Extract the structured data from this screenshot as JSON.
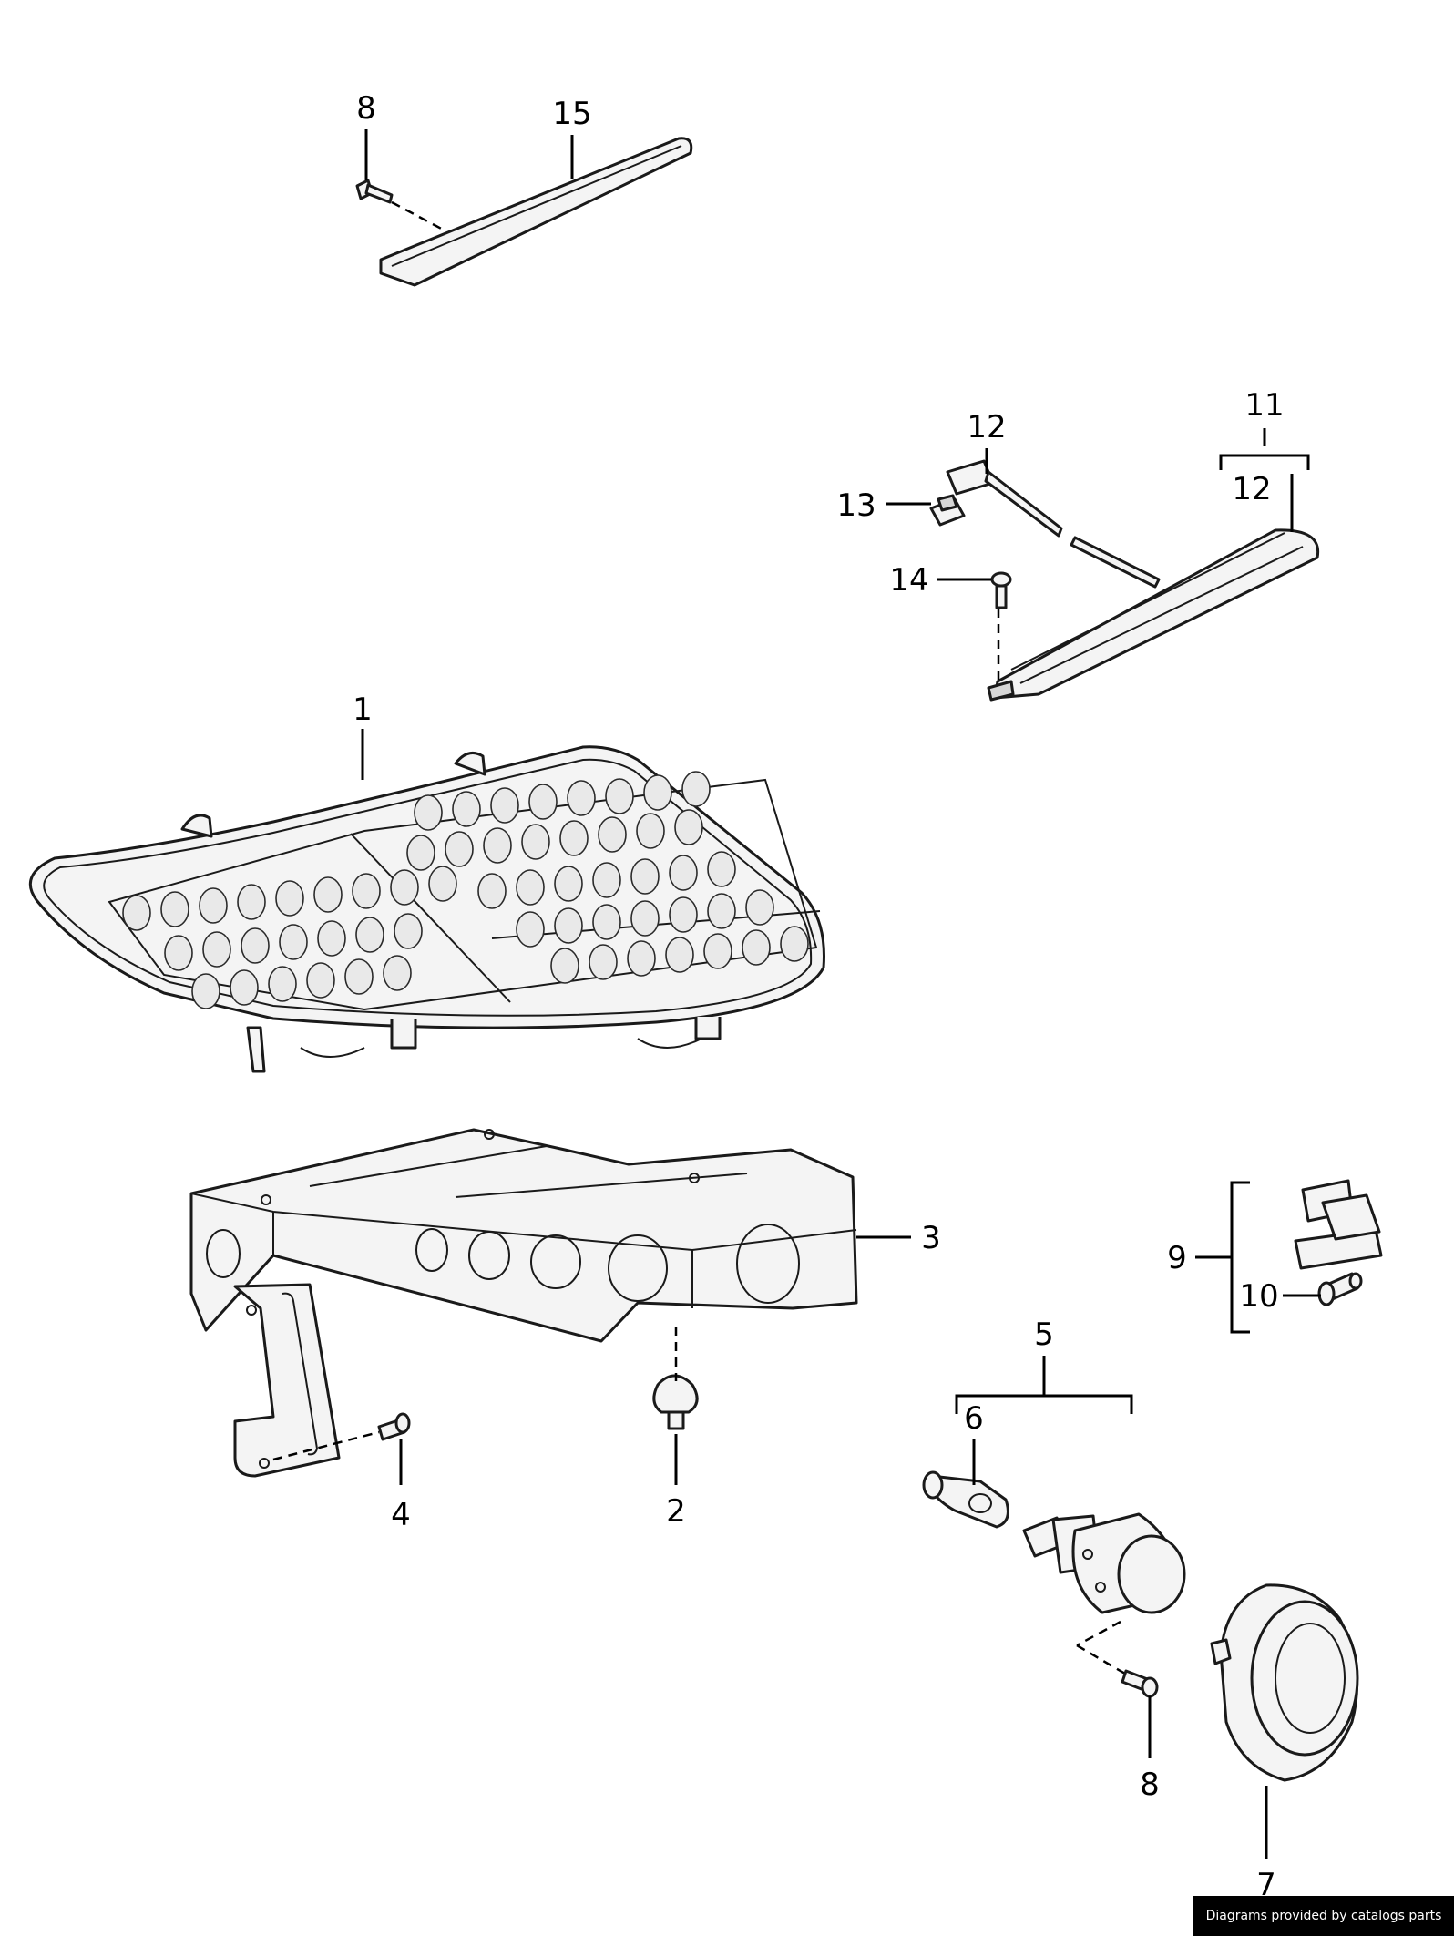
{
  "callouts": {
    "c1": "1",
    "c2": "2",
    "c3": "3",
    "c4": "4",
    "c5": "5",
    "c6": "6",
    "c7": "7",
    "c8_top": "8",
    "c8_bottom": "8",
    "c9": "9",
    "c10": "10",
    "c11": "11",
    "c12_top": "12",
    "c12_bracket": "12",
    "c13": "13",
    "c14": "14",
    "c15": "15"
  },
  "credit": "Diagrams provided by catalogs parts"
}
